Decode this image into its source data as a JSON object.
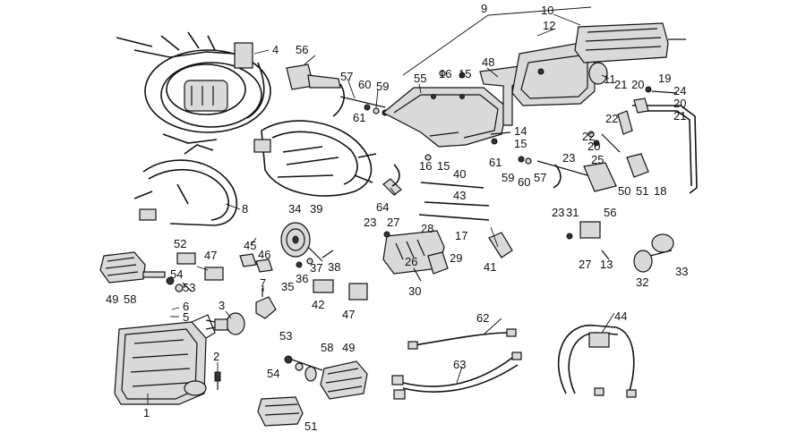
{
  "callouts": [
    "1",
    "2",
    "3",
    "4",
    "5",
    "6",
    "7",
    "8",
    "9",
    "10",
    "11",
    "12",
    "13",
    "14",
    "15",
    "15",
    "15",
    "16",
    "16",
    "17",
    "18",
    "19",
    "20",
    "20",
    "20",
    "21",
    "21",
    "22",
    "22",
    "23",
    "23",
    "23",
    "24",
    "25",
    "26",
    "27",
    "27",
    "28",
    "29",
    "30",
    "31",
    "32",
    "33",
    "34",
    "35",
    "36",
    "37",
    "38",
    "39",
    "40",
    "41",
    "42",
    "43",
    "44",
    "45",
    "46",
    "47",
    "47",
    "48",
    "49",
    "49",
    "50",
    "51",
    "51",
    "52",
    "53",
    "53",
    "54",
    "54",
    "55",
    "56",
    "56",
    "57",
    "57",
    "58",
    "58",
    "59",
    "59",
    "60",
    "60",
    "61",
    "61",
    "62",
    "63",
    "64"
  ]
}
